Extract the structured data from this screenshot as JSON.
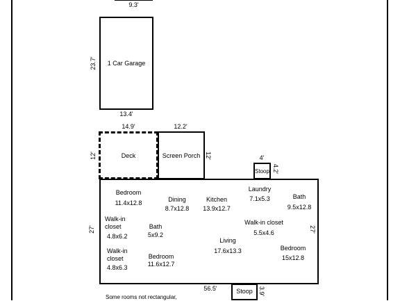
{
  "garage": {
    "width_top": "9.3'",
    "label": "1 Car Garage",
    "depth": "23.7'",
    "width_bottom": "13.4'"
  },
  "deck": {
    "label": "Deck",
    "width": "14.9'",
    "depth": "12'"
  },
  "screen_porch": {
    "label": "Screen Porch",
    "width": "12.2'",
    "depth": "12'"
  },
  "stoop_top": {
    "label": "Stoop",
    "width": "4'",
    "depth": "4.2'"
  },
  "house": {
    "width": "56.5'",
    "depth_left": "27'",
    "depth_right": "27'"
  },
  "stoop_bottom": {
    "label": "Stoop",
    "depth": "3.9'"
  },
  "rooms": {
    "bedroom1": {
      "name": "Bedroom",
      "size": "11.4x12.8"
    },
    "dining": {
      "name": "Dining",
      "size": "8.7x12.8"
    },
    "kitchen": {
      "name": "Kitchen",
      "size": "13.9x12.7"
    },
    "laundry": {
      "name": "Laundry",
      "size": "7.1x5.3"
    },
    "bath1": {
      "name": "Bath",
      "size": "9.5x12.8"
    },
    "walkin1": {
      "name1": "Walk-in",
      "name2": "closet",
      "size": "4.8x6.2"
    },
    "bath2": {
      "name": "Bath",
      "size": "5x9.2"
    },
    "walkin_closet": {
      "name": "Walk-in closet",
      "size": "5.5x4.6"
    },
    "living": {
      "name": "Living",
      "size": "17.6x13.3"
    },
    "walkin2": {
      "name1": "Walk-in",
      "name2": "closet",
      "size": "4.8x6.3"
    },
    "bedroom2": {
      "name": "Bedroom",
      "size": "11.6x12.7"
    },
    "bedroom3": {
      "name": "Bedroom",
      "size": "15x12.8"
    }
  },
  "note": "Some rooms not rectangular,"
}
